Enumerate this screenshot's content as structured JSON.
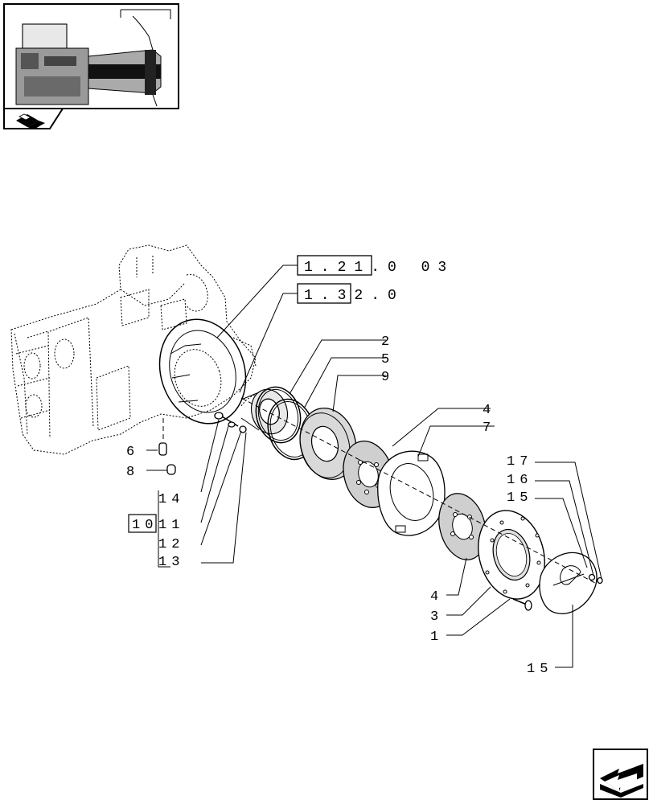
{
  "references": {
    "ref_a": "1.21.0 03",
    "ref_b": "1.32.0"
  },
  "callouts": {
    "c2": "2",
    "c5": "5",
    "c9": "9",
    "c4_top": "4",
    "c7": "7",
    "c17": "17",
    "c16": "16",
    "c15_top": "15",
    "c6": "6",
    "c8": "8",
    "c14": "14",
    "c10": "10",
    "c11": "11",
    "c12": "12",
    "c13": "13",
    "c4_bottom": "4",
    "c3": "3",
    "c1": "1",
    "c15_bottom": "15"
  },
  "icons": {
    "thumbnail": "overview-thumbnail",
    "group_icon": "book-group-icon",
    "next_page": "next-page-arrow-icon"
  }
}
